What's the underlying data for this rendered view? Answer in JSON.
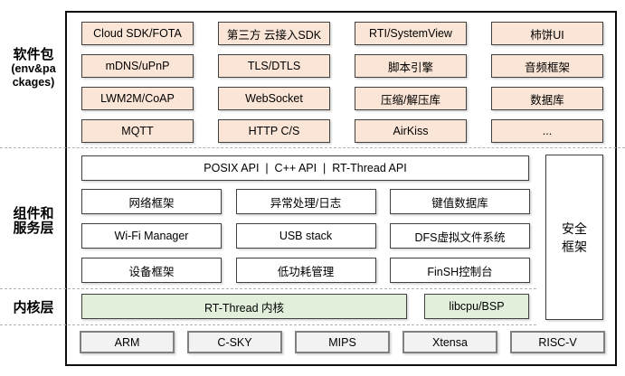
{
  "colors": {
    "package_fill": "#FBE5D6",
    "kernel_fill": "#E2EFDA",
    "arch_fill": "#F2F2F2",
    "box_border": "#404040",
    "arch_border": "#808080",
    "frame_border": "#0D0D0D",
    "divider": "#B3B3B3"
  },
  "packages_layer": {
    "label": "软件包",
    "sublabel_lines": [
      "(env&pa",
      "ckages)"
    ],
    "rows": [
      [
        "Cloud SDK/FOTA",
        "第三方 云接入SDK",
        "RTI/SystemView",
        "柿饼UI"
      ],
      [
        "mDNS/uPnP",
        "TLS/DTLS",
        "脚本引擎",
        "音频框架"
      ],
      [
        "LWM2M/CoAP",
        "WebSocket",
        "压缩/解压库",
        "数据库"
      ],
      [
        "MQTT",
        "HTTP C/S",
        "AirKiss",
        "..."
      ]
    ]
  },
  "components_layer": {
    "label_lines": [
      "组件和",
      "服务层"
    ],
    "api_bar": "POSIX API  |  C++ API  |  RT-Thread API",
    "rows": [
      [
        "网络框架",
        "异常处理/日志",
        "键值数据库"
      ],
      [
        "Wi-Fi Manager",
        "USB stack",
        "DFS虚拟文件系统"
      ],
      [
        "设备框架",
        "低功耗管理",
        "FinSH控制台"
      ]
    ],
    "security_box_lines": [
      "安全",
      "框架"
    ]
  },
  "kernel_layer": {
    "label": "内核层",
    "kernel_box": "RT-Thread 内核",
    "libcpu_box": "libcpu/BSP"
  },
  "architectures": [
    "ARM",
    "C-SKY",
    "MIPS",
    "Xtensa",
    "RISC-V"
  ]
}
